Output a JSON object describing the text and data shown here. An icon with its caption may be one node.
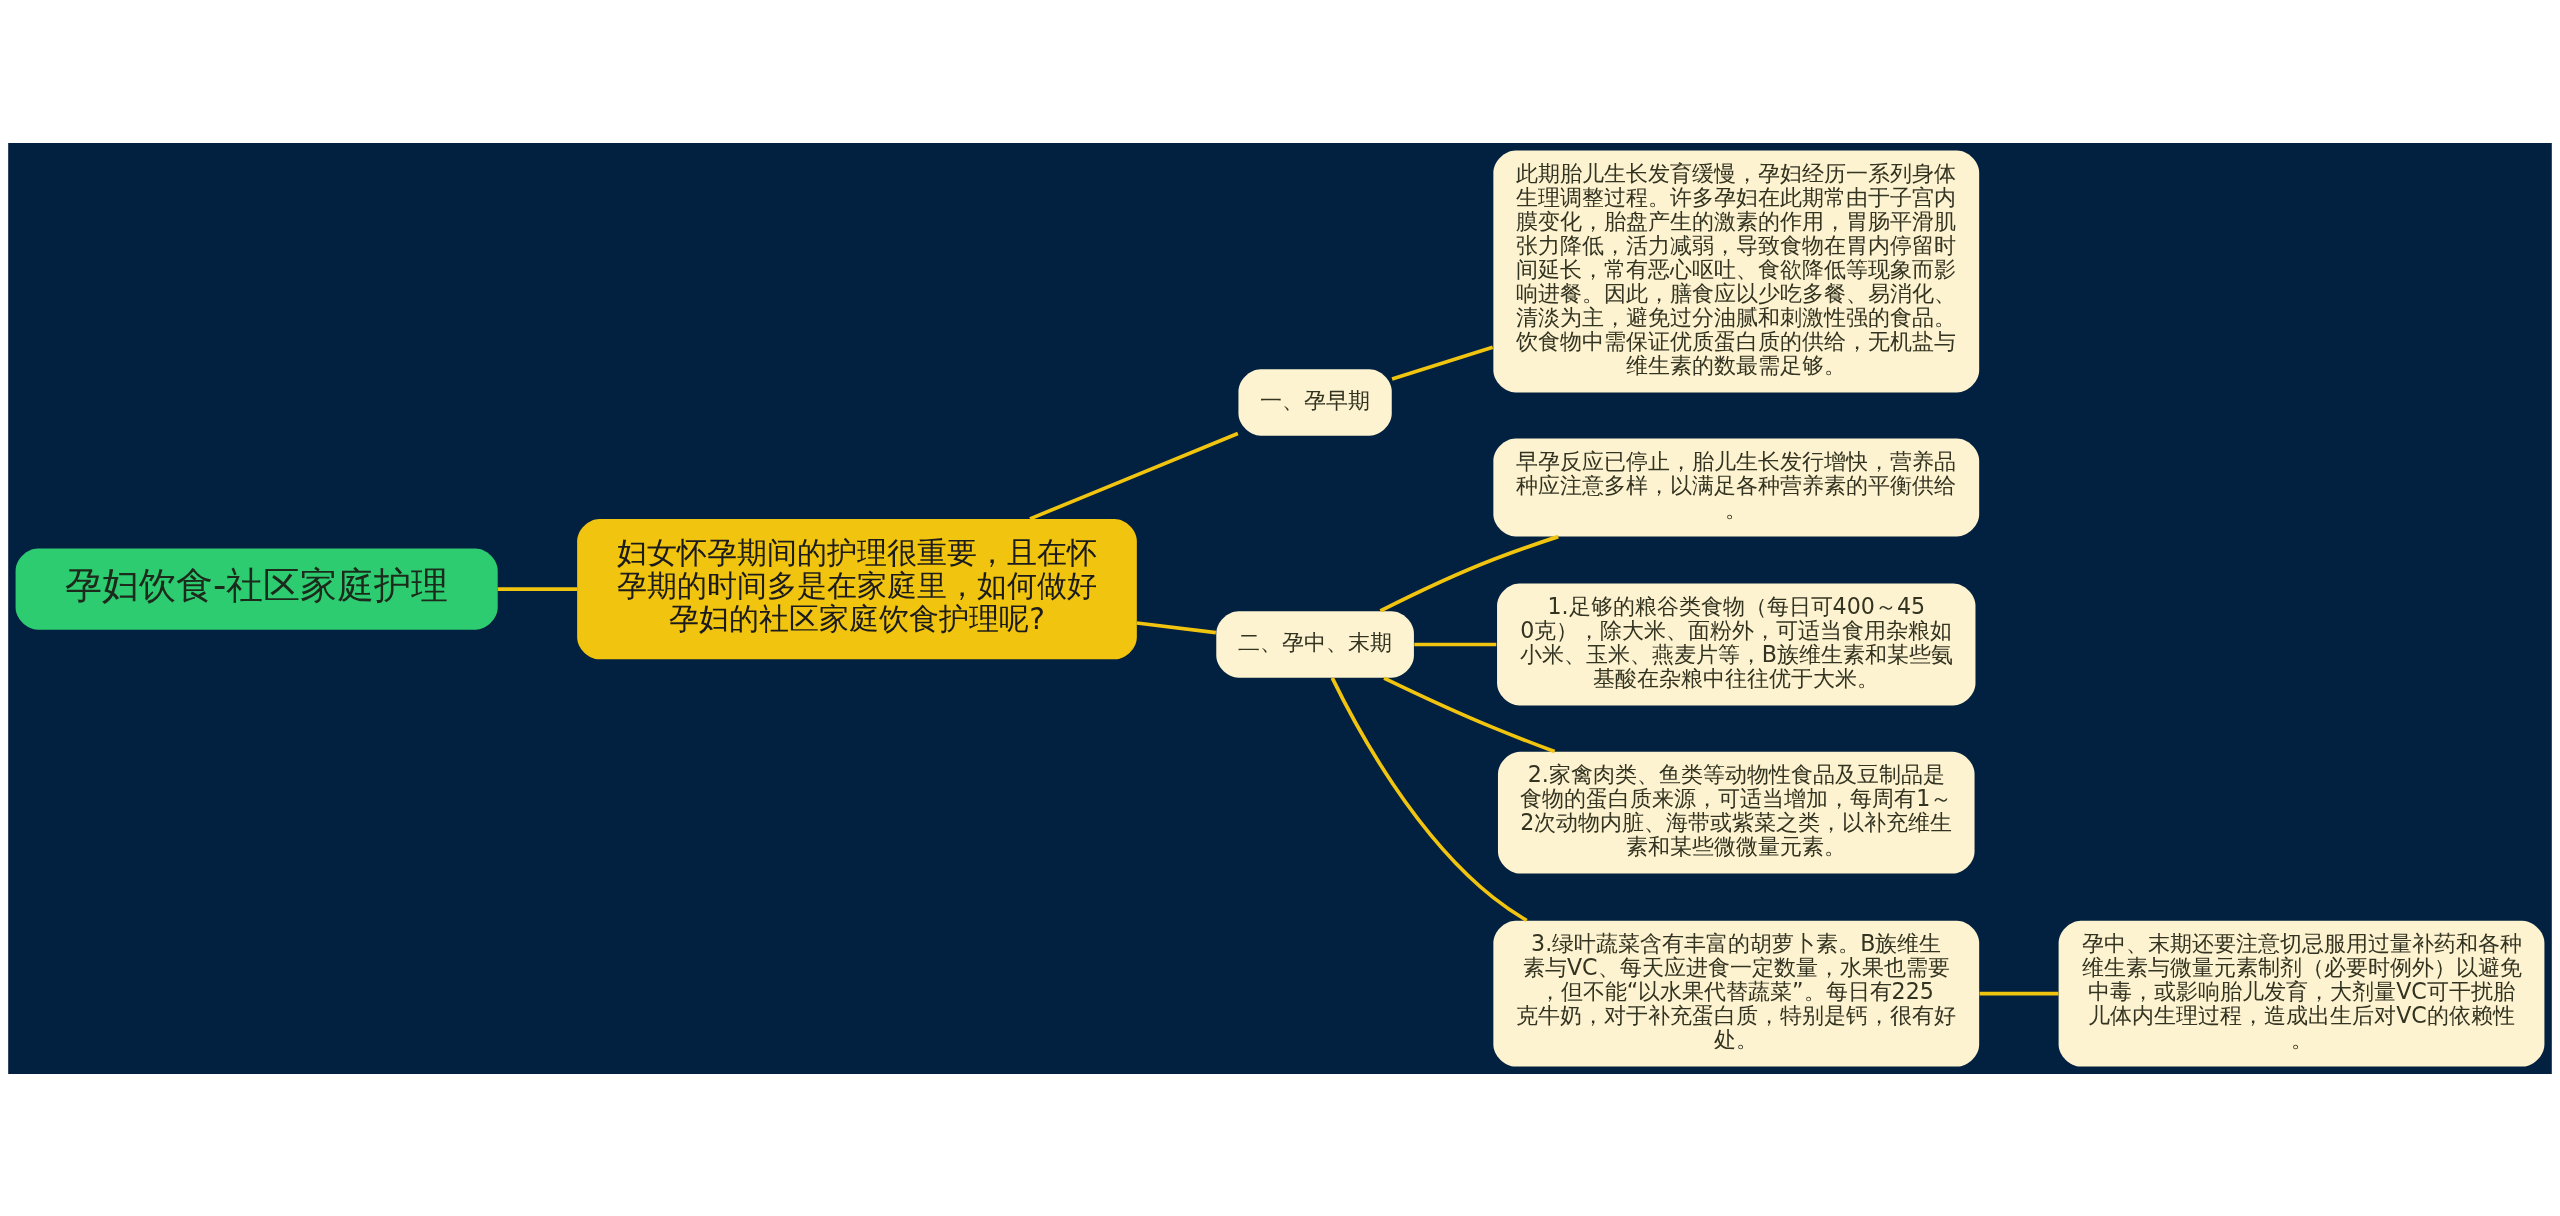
{
  "diagram": {
    "nodes": [
      {
        "text": [
          "孕妇饮食-社区家庭护理"
        ]
      },
      {
        "text": [
          "妇女怀孕期间的护理很重要，且在怀孕期的时间多是在家庭里，如何做好孕妇的社区家庭饮食护理呢?"
        ]
      },
      {
        "text": [
          "一、孕早期"
        ]
      },
      {
        "text": [
          "此期胎儿生长发育缓慢，孕妇经历一系列身体生理调整过程。许多孕妇在此期常由于子宫内膜变化，胎盘产生的激素的作用，胃肠平滑肌张力降低，活力减弱，导致食物在胃内停留时间延长，常有恶心呕吐、食欲降低等现象而影响进餐。因此，膳食应以少吃多餐、易消化、清淡为主，避免过分油腻和刺激性强的食品。饮食物中需保证优质蛋白质的供给，无机盐与维生素的数最需足够。"
        ]
      },
      {
        "text": [
          "二、孕中、末期"
        ]
      },
      {
        "text": [
          "早孕反应已停止，胎儿生长发行增快，营养品种应注意多样，以满足各种营养素的平衡供给。"
        ]
      },
      {
        "text": [
          "1.足够的粮谷类食物（每日可400～450克），除大米、面粉外，可适当食用杂粮如小米、玉米、燕麦片等，B族维生素和某些氨基酸在杂粮中往往优于大米。"
        ]
      },
      {
        "text": [
          "2.家禽肉类、鱼类等动物性食品及豆制品是食物的蛋白质来源，可适当增加，每周有1～2次动物内脏、海带或紫菜之类，以补充维生素和某些微微量元素。"
        ]
      },
      {
        "text": [
          "3.绿叶蔬菜含有丰富的胡萝卜素。B族维生素与VC、每天应进食一定数量，水果也需要，但不能“以水果代替蔬菜”。每日有225克牛奶，对于补充蛋白质，特别是钙，很有好处。"
        ]
      },
      {
        "text": [
          "孕中、末期还要注意切忌服用过量补药和各种维生素与微量元素制剂（必要时例外）以避免中毒，或影响胎儿发育，大剂量VC可干扰胎儿体内生理过程，造成出生后对VC的依赖性。"
        ]
      }
    ],
    "edges": [
      {
        "from": 0,
        "to": 1,
        "arrow": "none"
      },
      {
        "from": 1,
        "to": 2,
        "arrow": "none"
      },
      {
        "from": 2,
        "to": 3,
        "arrow": "none"
      },
      {
        "from": 1,
        "to": 4,
        "arrow": "none"
      },
      {
        "from": 4,
        "to": 5,
        "arrow": "none"
      },
      {
        "from": 4,
        "to": 6,
        "arrow": "none"
      },
      {
        "from": 4,
        "to": 7,
        "arrow": "none"
      },
      {
        "from": 4,
        "to": 8,
        "arrow": "none"
      },
      {
        "from": 8,
        "to": 9,
        "arrow": "none"
      }
    ]
  }
}
